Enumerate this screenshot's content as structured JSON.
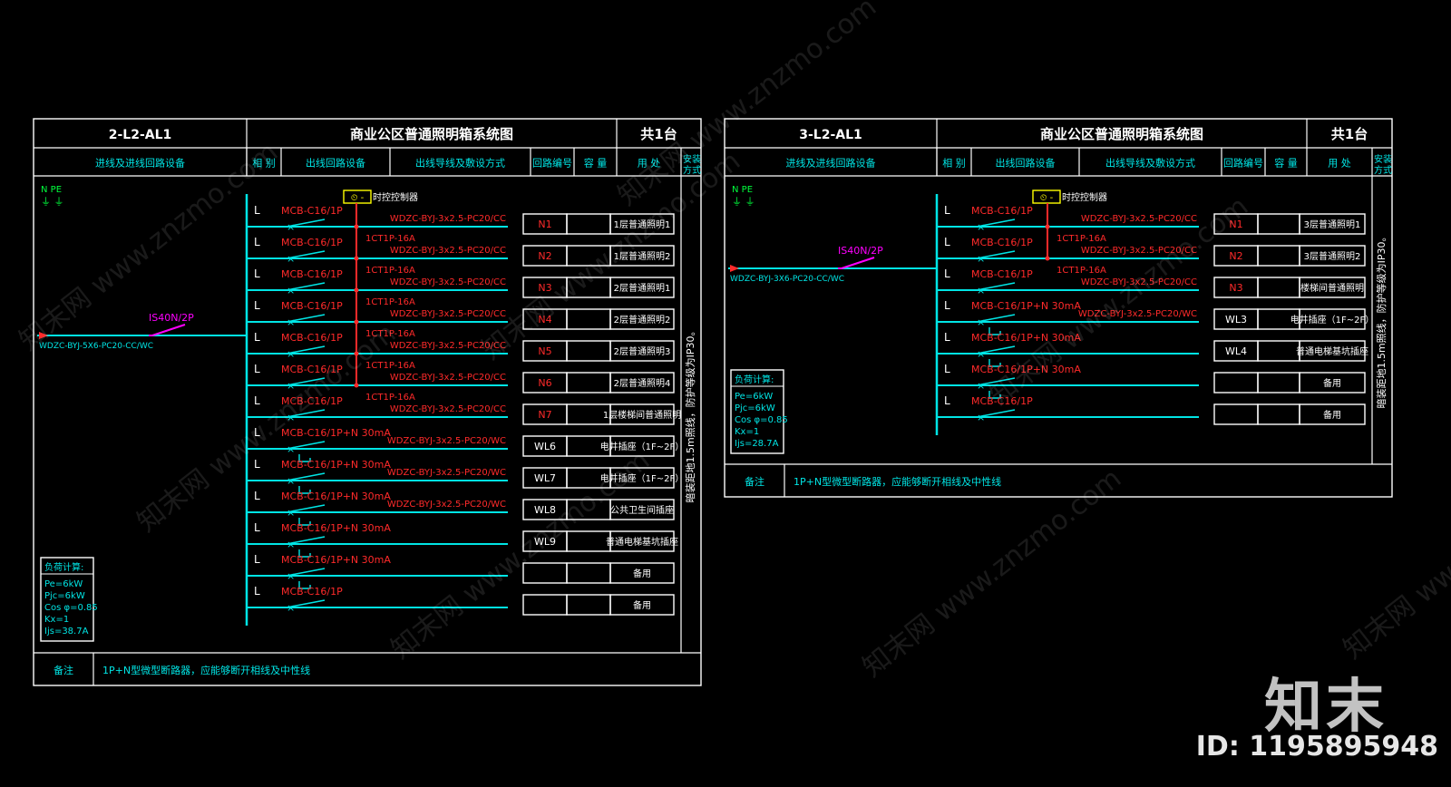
{
  "panels": [
    {
      "id": "2-L2-AL1",
      "title": "商业公区普通照明箱系统图",
      "count": "共1台",
      "headers": {
        "incoming": "进线及进线回路设备",
        "phase": "相 别",
        "outgoing_device": "出线回路设备",
        "cable": "出线导线及敷设方式",
        "circuit_no": "回路编号",
        "capacity": "容 量",
        "usage": "用 处",
        "mount": "安装方式"
      },
      "np_label": "N PE",
      "incoming_cable": "WDZC-BYJ-5X6-PC20-CC/WC",
      "main_breaker": "IS40N/2P",
      "timer_label": "时控控制器",
      "install_note": "暗装距地1.5m照线，防护等级为IP30。",
      "load_calc": {
        "title": "负荷计算:",
        "lines": [
          "Pe=6kW",
          "Pjc=6kW",
          "Cos φ=0.85",
          "Kx=1",
          "Ijs=38.7A"
        ]
      },
      "remark_label": "备注",
      "remark": "1P+N型微型断路器，应能够断开相线及中性线",
      "circuits": [
        {
          "phase": "L",
          "breaker": "MCB-C16/1P",
          "contactor": "1CT1P-16A",
          "cable": "WDZC-BYJ-3x2.5-PC20/CC",
          "no": "N1",
          "no_red": true,
          "usage": "1层普通照明1"
        },
        {
          "phase": "L",
          "breaker": "MCB-C16/1P",
          "contactor": "1CT1P-16A",
          "cable": "WDZC-BYJ-3x2.5-PC20/CC",
          "no": "N2",
          "no_red": true,
          "usage": "1层普通照明2"
        },
        {
          "phase": "L",
          "breaker": "MCB-C16/1P",
          "contactor": "1CT1P-16A",
          "cable": "WDZC-BYJ-3x2.5-PC20/CC",
          "no": "N3",
          "no_red": true,
          "usage": "2层普通照明1"
        },
        {
          "phase": "L",
          "breaker": "MCB-C16/1P",
          "contactor": "1CT1P-16A",
          "cable": "WDZC-BYJ-3x2.5-PC20/CC",
          "no": "N4",
          "no_red": true,
          "usage": "2层普通照明2"
        },
        {
          "phase": "L",
          "breaker": "MCB-C16/1P",
          "contactor": "1CT1P-16A",
          "cable": "WDZC-BYJ-3x2.5-PC20/CC",
          "no": "N5",
          "no_red": true,
          "usage": "2层普通照明3"
        },
        {
          "phase": "L",
          "breaker": "MCB-C16/1P",
          "contactor": "1CT1P-16A",
          "cable": "WDZC-BYJ-3x2.5-PC20/CC",
          "no": "N6",
          "no_red": true,
          "usage": "2层普通照明4"
        },
        {
          "phase": "L",
          "breaker": "MCB-C16/1P",
          "contactor": "",
          "cable": "WDZC-BYJ-3x2.5-PC20/CC",
          "no": "N7",
          "no_red": true,
          "usage": "1层楼梯间普通照明"
        },
        {
          "phase": "L",
          "breaker": "MCB-C16/1P+N 30mA",
          "contactor": "",
          "cable": "WDZC-BYJ-3x2.5-PC20/WC",
          "no": "WL6",
          "no_red": false,
          "usage": "电井插座（1F~2F）"
        },
        {
          "phase": "L",
          "breaker": "MCB-C16/1P+N 30mA",
          "contactor": "",
          "cable": "WDZC-BYJ-3x2.5-PC20/WC",
          "no": "WL7",
          "no_red": false,
          "usage": "电井插座（1F~2F）"
        },
        {
          "phase": "L",
          "breaker": "MCB-C16/1P+N 30mA",
          "contactor": "",
          "cable": "WDZC-BYJ-3x2.5-PC20/WC",
          "no": "WL8",
          "no_red": false,
          "usage": "公共卫生间插座"
        },
        {
          "phase": "L",
          "breaker": "MCB-C16/1P+N 30mA",
          "contactor": "",
          "cable": "",
          "no": "WL9",
          "no_red": false,
          "usage": "普通电梯基坑插座"
        },
        {
          "phase": "L",
          "breaker": "MCB-C16/1P+N 30mA",
          "contactor": "",
          "cable": "",
          "no": "",
          "no_red": false,
          "usage": "备用"
        },
        {
          "phase": "L",
          "breaker": "MCB-C16/1P",
          "contactor": "",
          "cable": "",
          "no": "",
          "no_red": false,
          "usage": "备用"
        }
      ]
    },
    {
      "id": "3-L2-AL1",
      "title": "商业公区普通照明箱系统图",
      "count": "共1台",
      "headers": {
        "incoming": "进线及进线回路设备",
        "phase": "相 别",
        "outgoing_device": "出线回路设备",
        "cable": "出线导线及敷设方式",
        "circuit_no": "回路编号",
        "capacity": "容 量",
        "usage": "用 处",
        "mount": "安装方式"
      },
      "np_label": "N PE",
      "incoming_cable": "WDZC-BYJ-3X6-PC20-CC/WC",
      "main_breaker": "IS40N/2P",
      "timer_label": "时控控制器",
      "install_note": "暗装距地1.5m照线，防护等级为IP30。",
      "load_calc": {
        "title": "负荷计算:",
        "lines": [
          "Pe=6kW",
          "Pjc=6kW",
          "Cos φ=0.85",
          "Kx=1",
          "Ijs=28.7A"
        ]
      },
      "remark_label": "备注",
      "remark": "1P+N型微型断路器，应能够断开相线及中性线",
      "circuits": [
        {
          "phase": "L",
          "breaker": "MCB-C16/1P",
          "contactor": "1CT1P-16A",
          "cable": "WDZC-BYJ-3x2.5-PC20/CC",
          "no": "N1",
          "no_red": true,
          "usage": "3层普通照明1"
        },
        {
          "phase": "L",
          "breaker": "MCB-C16/1P",
          "contactor": "1CT1P-16A",
          "cable": "WDZC-BYJ-3x2.5-PC20/CC",
          "no": "N2",
          "no_red": true,
          "usage": "3层普通照明2"
        },
        {
          "phase": "L",
          "breaker": "MCB-C16/1P",
          "contactor": "",
          "cable": "WDZC-BYJ-3x2.5-PC20/CC",
          "no": "N3",
          "no_red": true,
          "usage": "楼梯间普通照明"
        },
        {
          "phase": "L",
          "breaker": "MCB-C16/1P+N 30mA",
          "contactor": "",
          "cable": "WDZC-BYJ-3x2.5-PC20/WC",
          "no": "WL3",
          "no_red": false,
          "usage": "电井插座（1F~2F）"
        },
        {
          "phase": "L",
          "breaker": "MCB-C16/1P+N 30mA",
          "contactor": "",
          "cable": "",
          "no": "WL4",
          "no_red": false,
          "usage": "普通电梯基坑插座"
        },
        {
          "phase": "L",
          "breaker": "MCB-C16/1P+N 30mA",
          "contactor": "",
          "cable": "",
          "no": "",
          "no_red": false,
          "usage": "备用"
        },
        {
          "phase": "L",
          "breaker": "MCB-C16/1P",
          "contactor": "",
          "cable": "",
          "no": "",
          "no_red": false,
          "usage": "备用"
        }
      ]
    }
  ],
  "watermark_text": "知末网 www.znzmo.com",
  "brand": "知末",
  "brand_id": "ID: 1195895948",
  "colors": {
    "background": "#000000",
    "frame": "#ffffff",
    "bus": "#00e5e5",
    "red": "#ff2a2a",
    "magenta": "#ff00ff",
    "green": "#00ff3c",
    "yellow": "#ffff00",
    "header_text": "#00e5e5"
  }
}
